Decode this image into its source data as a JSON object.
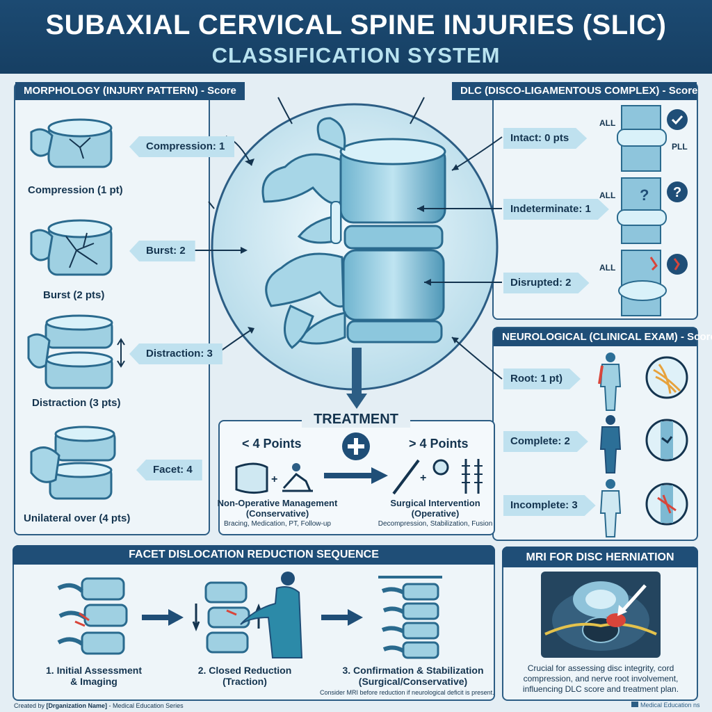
{
  "header": {
    "title": "SUBAXIAL CERVICAL SPINE INJURIES (SLIC)",
    "subtitle": "CLASSIFICATION SYSTEM"
  },
  "morphology": {
    "heading": "MORPHOLOGY (INJURY PATTERN) - Score",
    "items": [
      {
        "caption": "Compression (1 pt)",
        "tag": "Compression: 1"
      },
      {
        "caption": "Burst (2 pts)",
        "tag": "Burst: 2"
      },
      {
        "caption": "Distraction (3 pts)",
        "tag": "Distraction: 3"
      },
      {
        "caption": "Unilateral over (4 pts)",
        "tag": "Facet: 4"
      }
    ]
  },
  "dlc": {
    "heading": "DLC (DISCO-LIGAMENTOUS COMPLEX) - Score",
    "items": [
      {
        "tag": "Intact: 0 pts",
        "all": "ALL",
        "pll": "PLL",
        "status_icon": "check-icon"
      },
      {
        "tag": "Indeterminate: 1",
        "all": "ALL",
        "status_icon": "question-icon"
      },
      {
        "tag": "Disrupted: 2",
        "all": "ALL",
        "status_icon": "broken-ligament-icon"
      }
    ]
  },
  "neurological": {
    "heading": "NEUROLOGICAL (CLINICAL EXAM) - Score",
    "items": [
      {
        "tag": "Root: 1 pt)"
      },
      {
        "tag": "Complete: 2"
      },
      {
        "tag": "Incomplete: 3"
      }
    ]
  },
  "treatment": {
    "heading": "TREATMENT",
    "left": {
      "points": "< 4 Points",
      "title_line1": "Non-Operative Management",
      "title_line2": "(Conservative)",
      "detail": "Bracing, Medication, PT, Follow-up"
    },
    "right": {
      "points": "> 4 Points",
      "title_line1": "Surgical Intervention",
      "title_line2": "(Operative)",
      "detail": "Decompression, Stabilization, Fusion"
    }
  },
  "facet": {
    "heading": "FACET DISLOCATION REDUCTION SEQUENCE",
    "steps": [
      {
        "line1": "1. Initial Assessment",
        "line2": "& Imaging"
      },
      {
        "line1": "2. Closed Reduction",
        "line2": "(Traction)"
      },
      {
        "line1": "3. Confirmation & Stabilization",
        "line2": "(Surgical/Conservative)"
      }
    ],
    "note": "Consider MRI before reduction if neurological deficit is present."
  },
  "mri": {
    "heading": "MRI FOR DISC HERNIATION",
    "lines": [
      "Crucial for assessing disc integrity, cord",
      "compression, and nerve root involvement,",
      "influencing DLC score and treatment plan."
    ]
  },
  "footer": {
    "created_prefix": "Created by ",
    "org": "[Drganization Name]",
    "series": " - Medical Education Series",
    "right": "Medical Education ns"
  },
  "colors": {
    "navy": "#1c4a72",
    "accent_light": "#b9e3f0",
    "bone": "#9fd0e2",
    "injury_red": "#d9453a"
  }
}
